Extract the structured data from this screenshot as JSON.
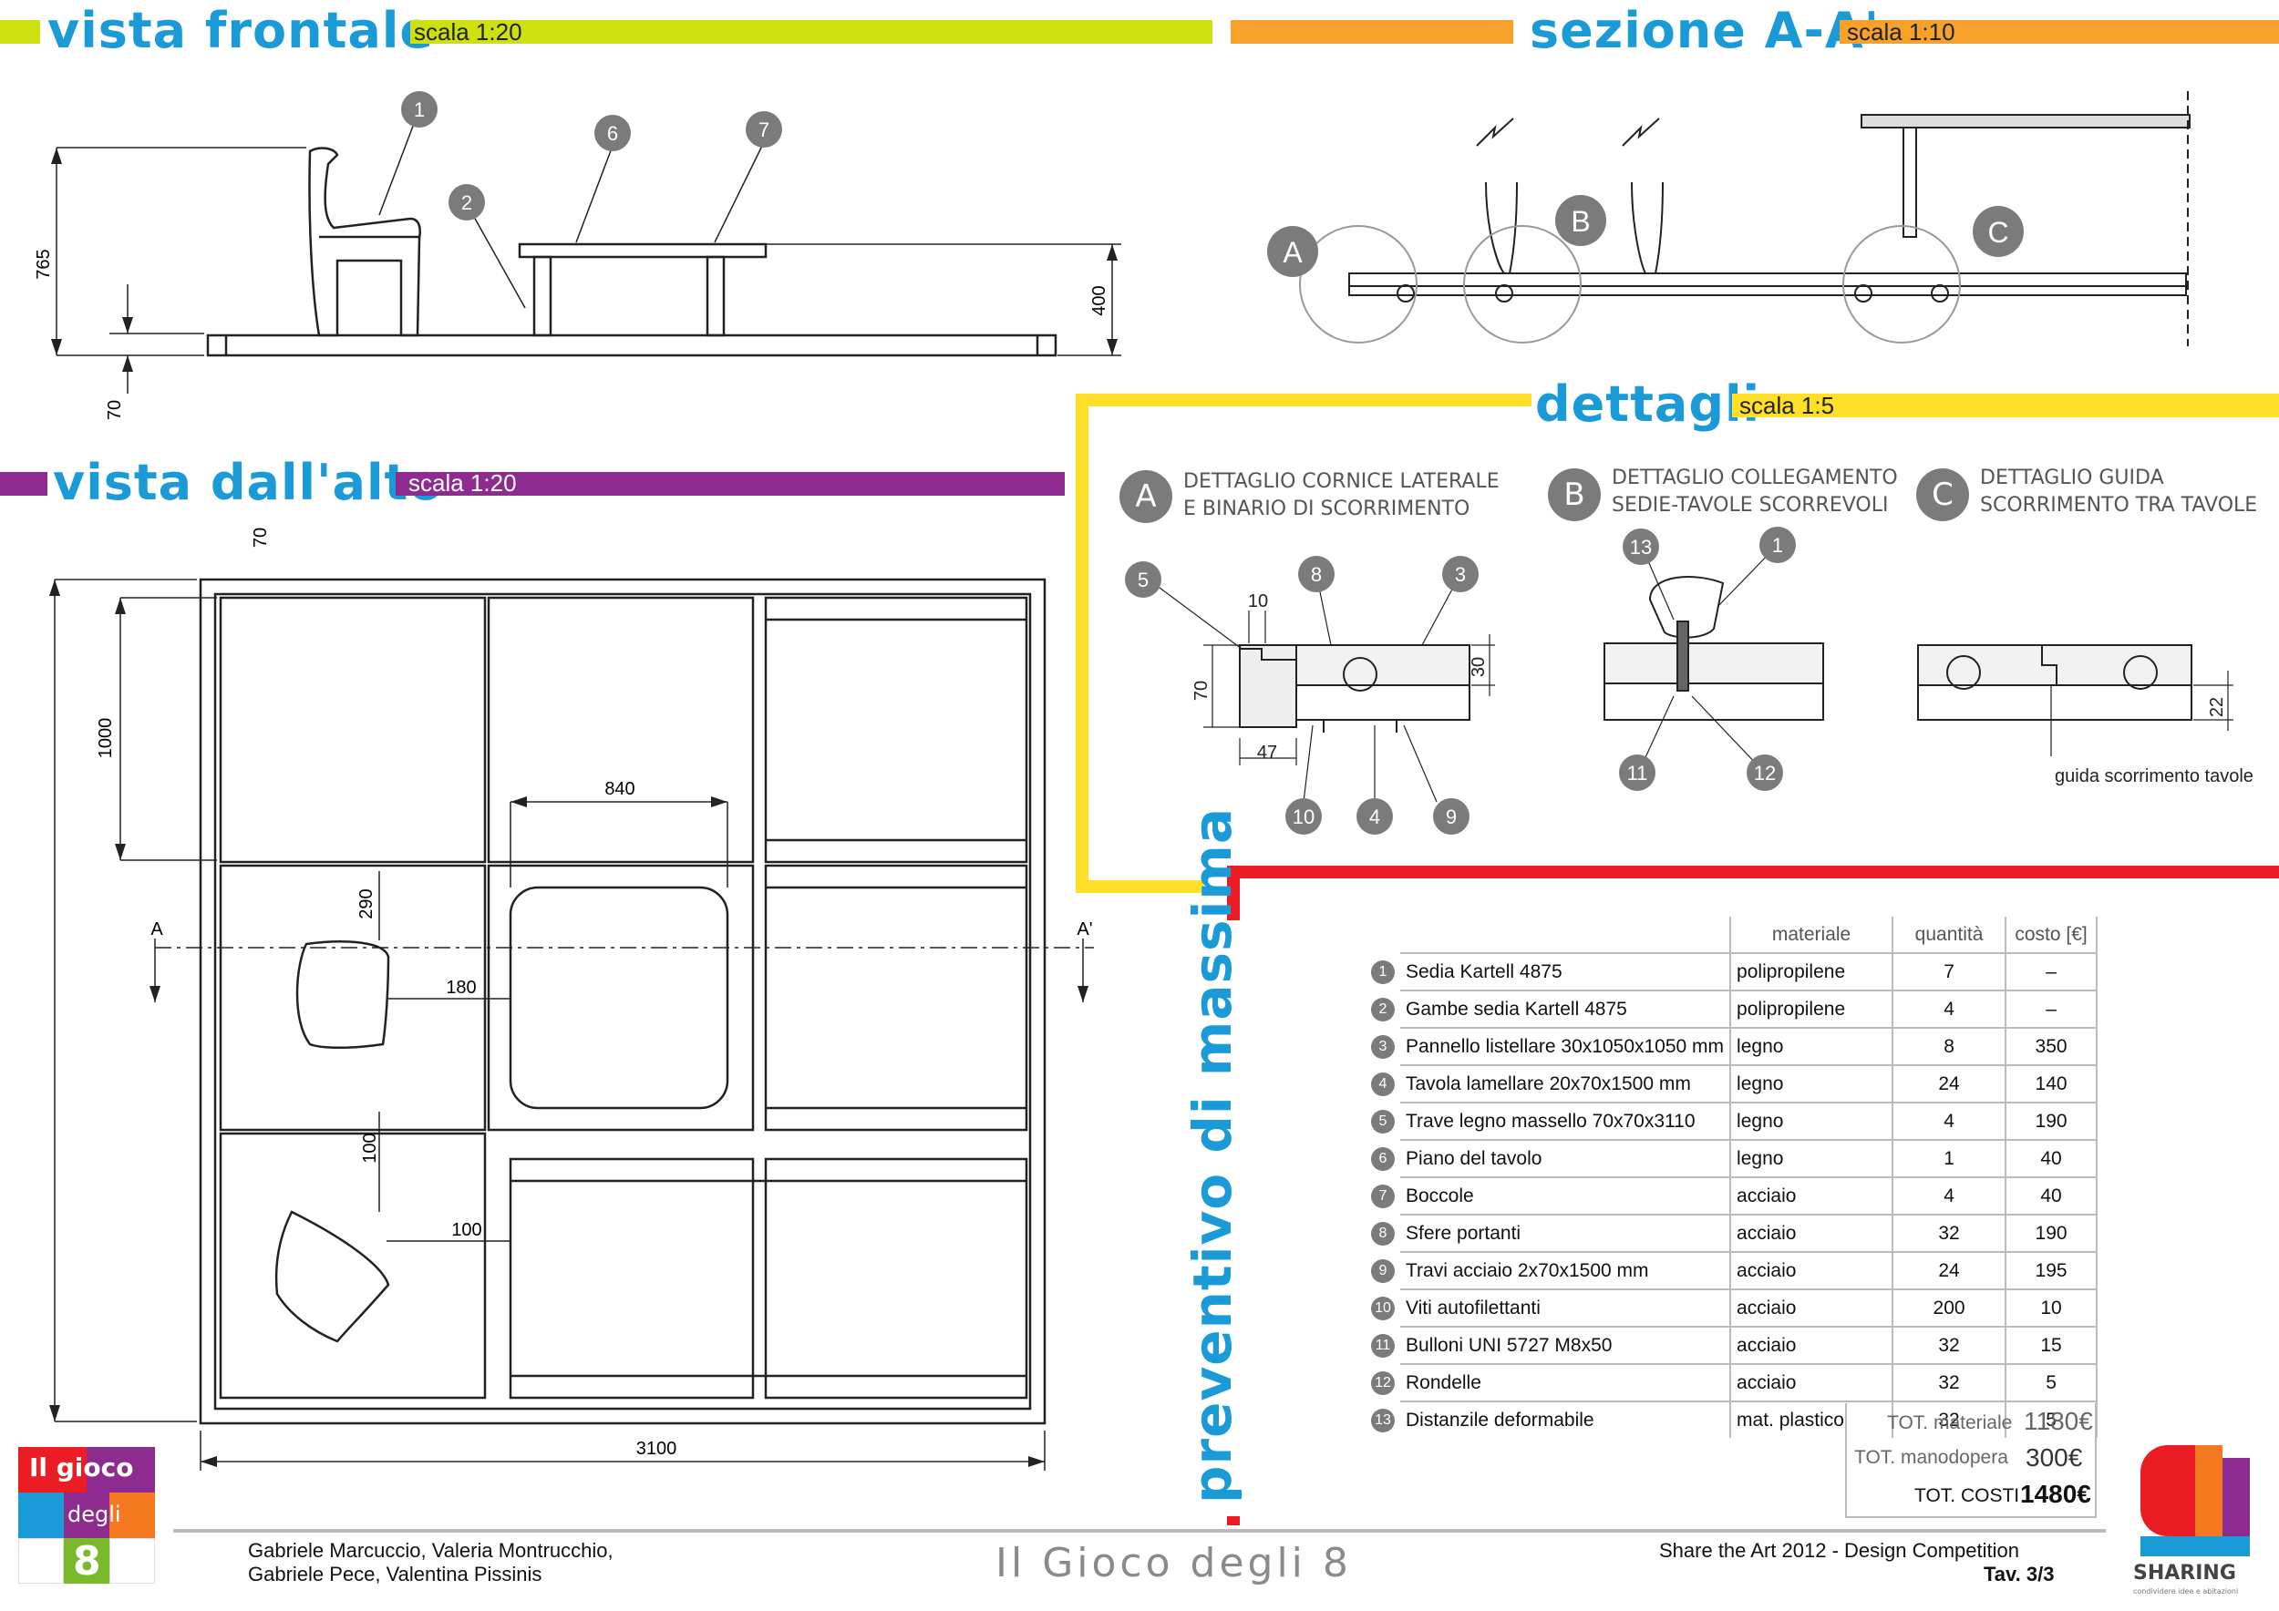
{
  "sections": {
    "front": {
      "title": "vista frontale",
      "scale": "scala 1:20",
      "color": "#cfe00f"
    },
    "section": {
      "title": "sezione A-A'",
      "scale": "scala 1:10",
      "color": "#f7a12a"
    },
    "top": {
      "title": "vista dall'alto",
      "scale": "scala 1:20",
      "color": "#8e2b8f"
    },
    "details": {
      "title": "dettagli",
      "scale": "scala 1:5",
      "color": "#fde027"
    },
    "budget": {
      "title": "preventivo di massima",
      "color": "#ec1c24"
    }
  },
  "front_view": {
    "dims": [
      "765",
      "70",
      "400"
    ],
    "callouts": [
      "1",
      "2",
      "6",
      "7"
    ]
  },
  "section_view": {
    "circles": [
      "A",
      "B",
      "C"
    ]
  },
  "top_view": {
    "dims": [
      "70",
      "1000",
      "840",
      "290",
      "180",
      "100",
      "100",
      "3100"
    ],
    "section_marks": [
      "A",
      "A'"
    ]
  },
  "details": [
    {
      "letter": "A",
      "line1": "DETTAGLIO CORNICE LATERALE",
      "line2": "E BINARIO DI SCORRIMENTO",
      "callouts": [
        "5",
        "8",
        "3",
        "10",
        "4",
        "9"
      ],
      "dims": [
        "10",
        "70",
        "30",
        "47"
      ]
    },
    {
      "letter": "B",
      "line1": "DETTAGLIO COLLEGAMENTO",
      "line2": "SEDIE-TAVOLE SCORREVOLI",
      "callouts": [
        "13",
        "1",
        "11",
        "12"
      ]
    },
    {
      "letter": "C",
      "line1": "DETTAGLIO GUIDA",
      "line2": "SCORRIMENTO TRA TAVOLE",
      "dims": [
        "22"
      ],
      "note": "guida scorrimento tavole"
    }
  ],
  "cost_table": {
    "headers": {
      "material": "materiale",
      "quantity": "quantità",
      "cost": "costo [€]"
    },
    "rows": [
      {
        "n": "1",
        "name": "Sedia Kartell 4875",
        "material": "polipropilene",
        "qty": "7",
        "cost": "–"
      },
      {
        "n": "2",
        "name": "Gambe sedia Kartell 4875",
        "material": "polipropilene",
        "qty": "4",
        "cost": "–"
      },
      {
        "n": "3",
        "name": "Pannello listellare 30x1050x1050 mm",
        "material": "legno",
        "qty": "8",
        "cost": "350"
      },
      {
        "n": "4",
        "name": "Tavola lamellare 20x70x1500 mm",
        "material": "legno",
        "qty": "24",
        "cost": "140"
      },
      {
        "n": "5",
        "name": "Trave legno massello 70x70x3110",
        "material": "legno",
        "qty": "4",
        "cost": "190"
      },
      {
        "n": "6",
        "name": "Piano del tavolo",
        "material": "legno",
        "qty": "1",
        "cost": "40"
      },
      {
        "n": "7",
        "name": "Boccole",
        "material": "acciaio",
        "qty": "4",
        "cost": "40"
      },
      {
        "n": "8",
        "name": "Sfere portanti",
        "material": "acciaio",
        "qty": "32",
        "cost": "190"
      },
      {
        "n": "9",
        "name": "Travi acciaio 2x70x1500 mm",
        "material": "acciaio",
        "qty": "24",
        "cost": "195"
      },
      {
        "n": "10",
        "name": "Viti autofilettanti",
        "material": "acciaio",
        "qty": "200",
        "cost": "10"
      },
      {
        "n": "11",
        "name": "Bulloni UNI 5727 M8x50",
        "material": "acciaio",
        "qty": "32",
        "cost": "15"
      },
      {
        "n": "12",
        "name": "Rondelle",
        "material": "acciaio",
        "qty": "32",
        "cost": "5"
      },
      {
        "n": "13",
        "name": "Distanzile deformabile",
        "material": "mat. plastico",
        "qty": "32",
        "cost": "5"
      }
    ],
    "totals": [
      {
        "label": "TOT. materiale",
        "value": "1180€"
      },
      {
        "label": "TOT. manodopera",
        "value": "300€"
      },
      {
        "label": "TOT. COSTI",
        "value": "1480€"
      }
    ]
  },
  "logo_left": {
    "line1": "Il gioco",
    "line2": "degli",
    "line3": "8"
  },
  "footer": {
    "authors_line1": "Gabriele Marcuccio, Valeria Montrucchio,",
    "authors_line2": "Gabriele Pece, Valentina Pissinis",
    "title": "Il Gioco degli 8",
    "competition": "Share the Art 2012 - Design Competition",
    "sheet": "Tav. 3/3"
  },
  "logo_right": {
    "name": "SHARING",
    "tagline": "condividere idee e abitazioni"
  }
}
